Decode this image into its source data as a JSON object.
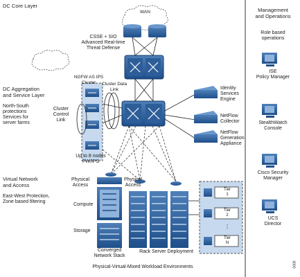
{
  "sections": {
    "dc_core_layer": "DC Core Layer",
    "dc_aggregation": "DC Aggregation\nand Service Layer",
    "virtual_network": "Virtual Network\nand Access",
    "management_ops": "Management\nand Operations"
  },
  "labels": {
    "wan": "WAN",
    "cisco_sio": "CSSE + SIO\nAdvanced Real-time\nThreat Defense",
    "ngfw_cluster": "NGFW AS IPS\nCluster",
    "cluster_data_link": "Cluster Data\nLink",
    "north_south": "North-South\nprotections\nServices for\nserver farms",
    "cluster_control_link": "Cluster\nControl\nLink",
    "up_to_nodes": "Up to 8 nodes\nFW/IPS",
    "east_west": "East-West Protection,\nZone based filtering",
    "physical_access_1": "Physical\nAccess",
    "physical_access_2": "Physical\nAccess",
    "compute": "Compute",
    "storage": "Storage",
    "converged_stack": "Converged\nNetwork Stack",
    "rack_server": "Rack Server Deployment",
    "footer": "Physical-Virtual-Mixed Workload Environments",
    "identity_engine": "Identity\nServices\nEngine",
    "netflow_collector": "NetFlow\nCollector",
    "netflow_appliance": "NetFlow\nGeneration\nAppliance",
    "role_based_ops": "Role based\noperations",
    "tier1": "Tier\n1",
    "tier2": "Tier\n2",
    "tier_dots": "⋮",
    "tierN": "Tier\nN",
    "side_code": "0000"
  },
  "management_items": [
    {
      "label": "ISE\nPolicy Manager"
    },
    {
      "label": "StealthWatch\nConsole"
    },
    {
      "label": "Cisco Security\nManager"
    },
    {
      "label": "UCS\nDirector"
    }
  ]
}
